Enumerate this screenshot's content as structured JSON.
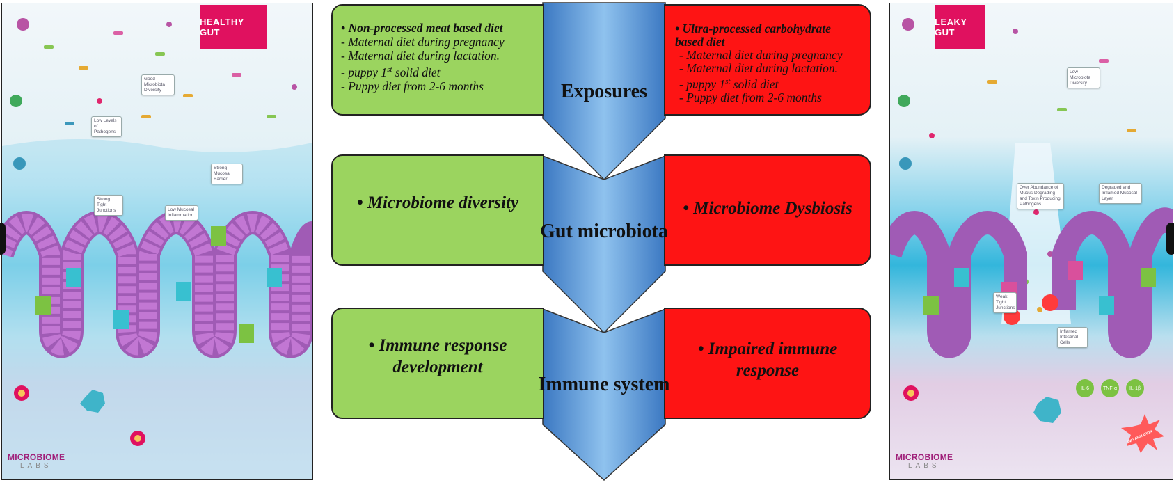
{
  "left_panel": {
    "badge": "HEALTHY GUT",
    "callouts": [
      "Good Microbiota Diversity",
      "Low Levels of Pathogens",
      "Strong Mucosal Barrier",
      "Strong Tight Junctions",
      "Low Mucosal Inflammation"
    ],
    "logo_main": "MICROBIOME",
    "logo_sub": "LABS"
  },
  "right_panel": {
    "badge": "LEAKY GUT",
    "callouts": [
      "Low Microbiota Diversity",
      "Over Abundance of Mucus Degrading and Toxin Producing Pathogens",
      "Degraded and Inflamed Mucosal Layer",
      "Weak Tight Junctions",
      "Inflamed Intestinal Cells"
    ],
    "cytokines": [
      "IL-6",
      "TNF-α",
      "IL-1β"
    ],
    "inflammation": "INFLAMMATION",
    "logo_main": "MICROBIOME",
    "logo_sub": "LABS"
  },
  "rows": [
    {
      "center": "Exposures",
      "healthy_title": "Non-processed meat based diet",
      "healthy_items": [
        "Maternal diet during pregnancy",
        "Maternal diet during  lactation.",
        "puppy 1st solid diet",
        "Puppy diet from 2-6 months"
      ],
      "unhealthy_title": "Ultra-processed carbohydrate based diet",
      "unhealthy_items": [
        "Maternal diet during pregnancy",
        "Maternal diet during  lactation.",
        "puppy 1st solid diet",
        "Puppy diet from 2-6 months"
      ]
    },
    {
      "center": "Gut microbiota",
      "healthy_text": "• Microbiome diversity",
      "unhealthy_text": "• Microbiome Dysbiosis"
    },
    {
      "center": "Immune system",
      "healthy_text": "• Immune response development",
      "unhealthy_text": "• Impaired immune response"
    }
  ],
  "colors": {
    "healthy": "#9bd45f",
    "unhealthy": "#fe1414",
    "chevron": "#5b9bd5",
    "badge": "#e0115f"
  }
}
